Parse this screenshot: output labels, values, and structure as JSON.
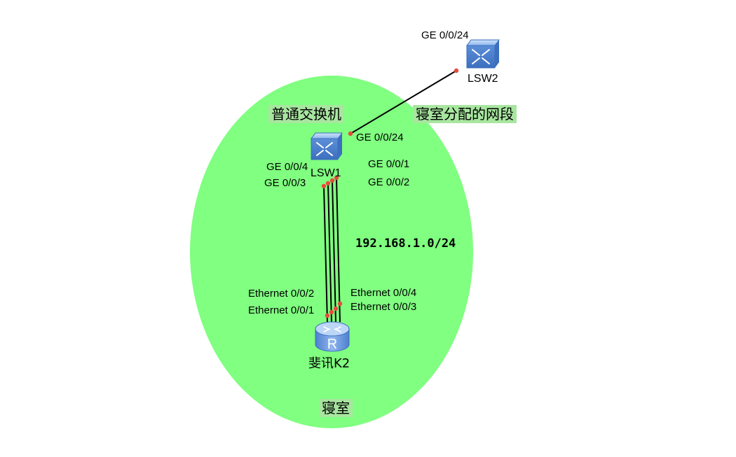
{
  "zone": {
    "label": "寝室",
    "subnet": "192.168.1.0/24",
    "color": "#80ff80"
  },
  "devices": {
    "lsw1": {
      "name": "LSW1",
      "role": "普通交换机",
      "icon": "switch-icon"
    },
    "lsw2": {
      "name": "LSW2",
      "icon": "switch-icon"
    },
    "router": {
      "name": "斐讯K2",
      "icon": "router-icon"
    }
  },
  "annotations": {
    "dorm_segment": "寝室分配的网段"
  },
  "ports": {
    "lsw2_uplink": "GE 0/0/24",
    "lsw1_uplink": "GE 0/0/24",
    "lsw1_p4": "GE 0/0/4",
    "lsw1_p3": "GE 0/0/3",
    "lsw1_p1": "GE 0/0/1",
    "lsw1_p2": "GE 0/0/2",
    "r_eth2": "Ethernet 0/0/2",
    "r_eth1": "Ethernet 0/0/1",
    "r_eth4": "Ethernet 0/0/4",
    "r_eth3": "Ethernet 0/0/3"
  },
  "links": [
    {
      "from": "LSW1 GE 0/0/24",
      "to": "LSW2 GE 0/0/24"
    },
    {
      "from": "LSW1 GE 0/0/1",
      "to": "斐讯K2 Ethernet 0/0/1"
    },
    {
      "from": "LSW1 GE 0/0/2",
      "to": "斐讯K2 Ethernet 0/0/2"
    },
    {
      "from": "LSW1 GE 0/0/3",
      "to": "斐讯K2 Ethernet 0/0/3"
    },
    {
      "from": "LSW1 GE 0/0/4",
      "to": "斐讯K2 Ethernet 0/0/4"
    }
  ],
  "colors": {
    "link": "#000000",
    "port_dot": "#e84a3c",
    "device_blue": "#5a8fd6",
    "label_box": "#a8e6a0"
  }
}
